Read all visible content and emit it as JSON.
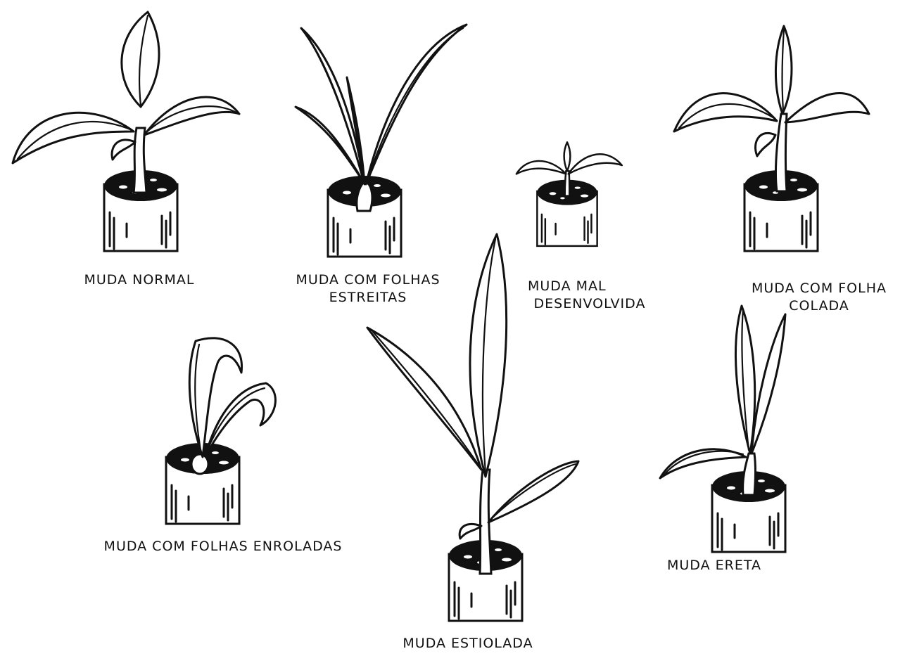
{
  "figure": {
    "background": "#ffffff",
    "ink": "#111111",
    "seedlings": [
      {
        "id": "normal",
        "label_lines": [
          "MUDA NORMAL"
        ]
      },
      {
        "id": "estreitas",
        "label_lines": [
          "MUDA COM FOLHAS",
          "ESTREITAS"
        ]
      },
      {
        "id": "mal",
        "label_lines": [
          "MUDA MAL",
          "DESENVOLVIDA"
        ]
      },
      {
        "id": "colada",
        "label_lines": [
          "MUDA COM FOLHA",
          "COLADA"
        ]
      },
      {
        "id": "enroladas",
        "label_lines": [
          "MUDA COM FOLHAS ENROLADAS"
        ]
      },
      {
        "id": "estiolada",
        "label_lines": [
          "MUDA ESTIOLADA"
        ]
      },
      {
        "id": "ereta",
        "label_lines": [
          "MUDA ERETA"
        ]
      }
    ]
  }
}
